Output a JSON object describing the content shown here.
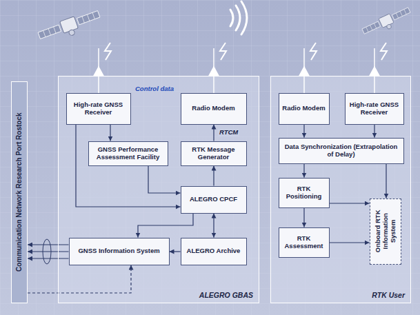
{
  "diagram": {
    "nodes": [
      {
        "text": [
          "Communication Network Research Port Rostock"
        ]
      },
      {
        "text": [
          "ALEGRO GBAS"
        ]
      },
      {
        "text": [
          "High-rate GNSS Receiver"
        ],
        "in": 1
      },
      {
        "text": [
          "Radio Modem"
        ],
        "in": 1
      },
      {
        "text": [
          "GNSS Performance Assessment Facility"
        ],
        "in": 1
      },
      {
        "text": [
          "RTK Message Generator"
        ],
        "in": 1
      },
      {
        "text": [
          "ALEGRO CPCF"
        ],
        "in": 1
      },
      {
        "text": [
          "GNSS Information System"
        ],
        "in": 1
      },
      {
        "text": [
          "ALEGRO Archive"
        ],
        "in": 1
      },
      {
        "text": [
          "RTK User"
        ]
      },
      {
        "text": [
          "Radio Modem"
        ],
        "in": 9
      },
      {
        "text": [
          "High-rate GNSS Receiver"
        ],
        "in": 9
      },
      {
        "text": [
          "Data Synchronization (Extrapolation of Delay)"
        ],
        "in": 9
      },
      {
        "text": [
          "RTK Positioning"
        ],
        "in": 9
      },
      {
        "text": [
          "RTK Assessment"
        ],
        "in": 9
      },
      {
        "text": [
          "Onboard RTK Information System"
        ],
        "in": 9
      }
    ],
    "edges": [
      {
        "from": 2,
        "to": 4,
        "arrow": "to"
      },
      {
        "from": 2,
        "to": 6,
        "arrow": "to"
      },
      {
        "from": 4,
        "to": 6,
        "arrow": "to"
      },
      {
        "from": 6,
        "to": 5,
        "arrow": "to"
      },
      {
        "from": 5,
        "to": 3,
        "arrow": "to",
        "label": "RTCM"
      },
      {
        "from": 6,
        "to": 8,
        "arrow": "both"
      },
      {
        "from": 6,
        "to": 7,
        "arrow": "to"
      },
      {
        "from": 8,
        "to": 7,
        "arrow": "to"
      },
      {
        "from": 7,
        "to": 0,
        "arrow": "to"
      },
      {
        "from": 7,
        "to": 0,
        "arrow": "to"
      },
      {
        "from": 7,
        "to": 0,
        "arrow": "to"
      },
      {
        "from": 0,
        "to": 7,
        "arrow": "to"
      },
      {
        "from": 10,
        "to": 12,
        "arrow": "to"
      },
      {
        "from": 11,
        "to": 12,
        "arrow": "to"
      },
      {
        "from": 12,
        "to": 13,
        "arrow": "to"
      },
      {
        "from": 13,
        "to": 14,
        "arrow": "to"
      },
      {
        "from": 13,
        "to": 15,
        "arrow": "to"
      },
      {
        "from": 14,
        "to": 15,
        "arrow": "to"
      },
      {
        "from": 12,
        "to": 15,
        "arrow": "to"
      }
    ],
    "labels": [
      "Control data"
    ]
  }
}
